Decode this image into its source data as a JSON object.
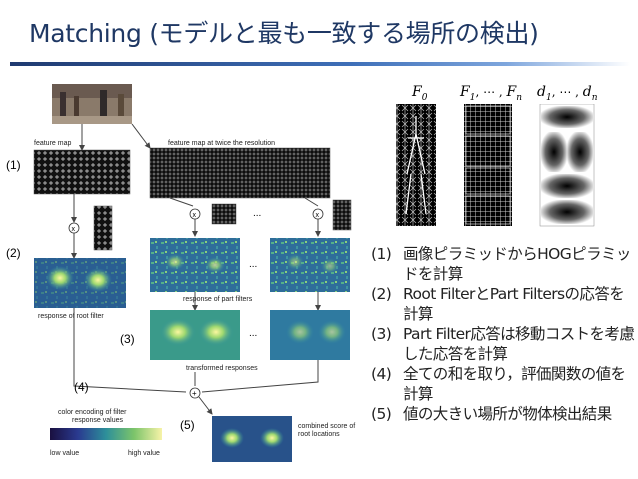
{
  "title": "Matching (モデルと最も一致する場所の検出)",
  "figure": {
    "top_label_1": "feature map",
    "top_label_2": "feature map at twice the resolution",
    "response_part": "response of part filters",
    "response_root": "response of root filter",
    "transformed": "transformed responses",
    "encoding_line1": "color encoding of filter",
    "encoding_line2": "response values",
    "low": "low value",
    "high": "high value",
    "combined_line1": "combined score of",
    "combined_line2": "root locations",
    "ellipsis": "...",
    "times": "x",
    "plus": "+",
    "step_markers": [
      "(1)",
      "(2)",
      "(3)",
      "(4)",
      "(5)"
    ]
  },
  "model_labels": {
    "f0": "F",
    "f0_sub": "0",
    "fn": "F",
    "fn_sub1": "1",
    "fn_mid": ", ⋯ , ",
    "fn_sub2": "n",
    "dn": "d",
    "dn_sub1": "1",
    "dn_mid": ", ⋯ , ",
    "dn_sub2": "n"
  },
  "steps": [
    {
      "num": "(1)",
      "text": "画像ピラミッドからHOGピラミッドを計算"
    },
    {
      "num": "(2)",
      "text": "Root FilterとPart Filtersの応答を計算"
    },
    {
      "num": "(3)",
      "text": "Part Filter応答は移動コストを考慮した応答を計算"
    },
    {
      "num": "(4)",
      "text": "全ての和を取り，評価関数の値を計算"
    },
    {
      "num": "(5)",
      "text": "値の大きい場所が物体検出結果"
    }
  ],
  "colors": {
    "title": "#1f3864",
    "rule": "#3e6fb8",
    "heat_low": "#1b2a6b",
    "heat_high": "#f5f08a"
  }
}
